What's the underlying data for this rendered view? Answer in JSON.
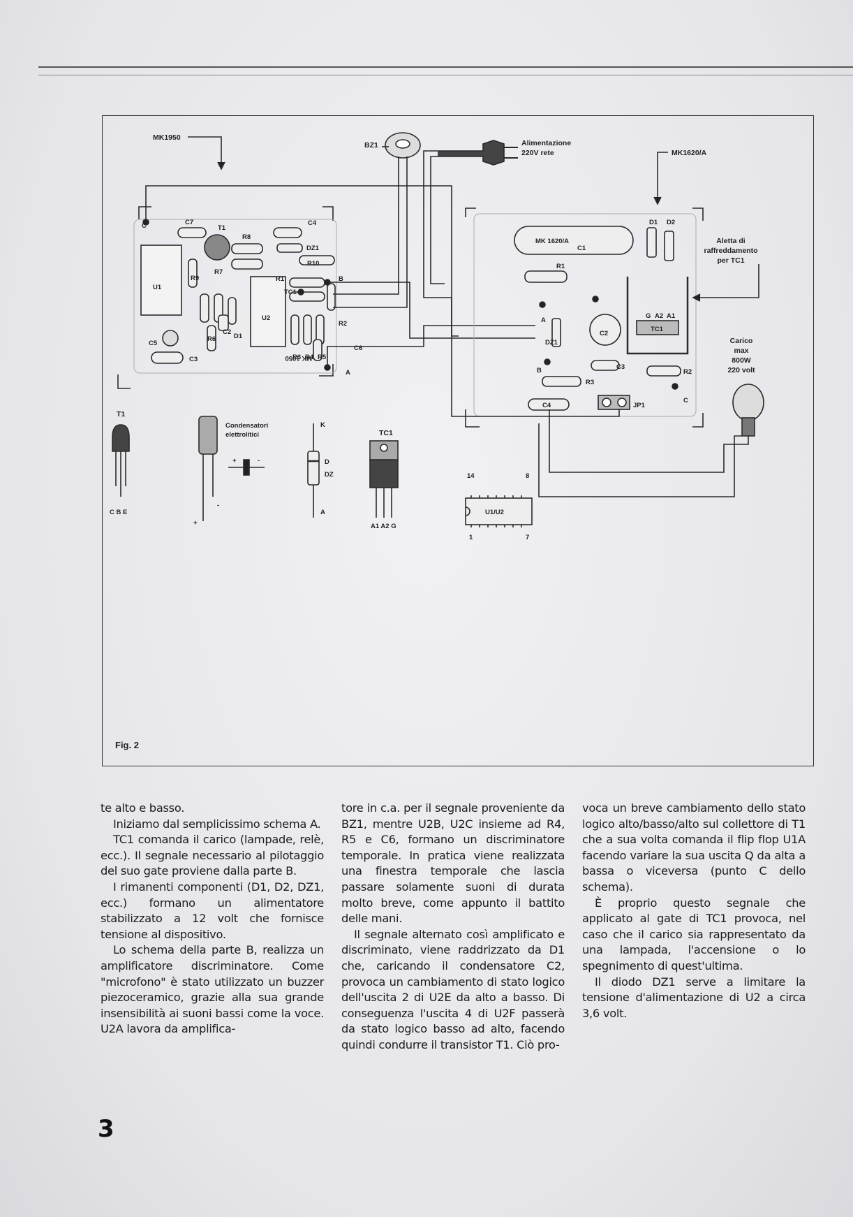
{
  "figure": {
    "caption": "Fig. 2",
    "labels": {
      "mk1950": "MK1950",
      "bz1": "BZ1",
      "power": "Alimentazione",
      "power2": "220V rete",
      "mk1620a": "MK1620/A",
      "heatsink1": "Aletta di",
      "heatsink2": "raffreddamento",
      "heatsink3": "per TC1",
      "load1": "Carico",
      "load2": "max",
      "load3": "800W",
      "load4": "220 volt",
      "board_left_print": "MK 1950",
      "board_right_print": "MK 1620/A",
      "t1": "T1",
      "cbe": "C B E",
      "caps1": "Condensatori",
      "caps2": "elettrolitici",
      "plus": "+",
      "minus": "-",
      "k": "K",
      "d": "D",
      "dz": "DZ",
      "a": "A",
      "tc1": "TC1",
      "a1a2g": "A1 A2 G",
      "ic": "U1/U2",
      "pin14": "14",
      "pin8": "8",
      "pin1": "1",
      "pin7": "7",
      "left_parts": [
        "C",
        "C7",
        "T1",
        "R8",
        "C4",
        "DZ1",
        "R10",
        "R9",
        "R7",
        "U1",
        "R1",
        "TC1",
        "B",
        "U2",
        "R2",
        "C2",
        "D1",
        "C5",
        "R6",
        "C3",
        "R3",
        "R4",
        "R5",
        "C6",
        "A"
      ],
      "right_parts": [
        "D1",
        "D2",
        "C1",
        "R1",
        "A",
        "C2",
        "G",
        "A2",
        "A1",
        "TC1",
        "DZ1",
        "B",
        "C3",
        "R2",
        "R3",
        "C4",
        "JP1",
        "C"
      ]
    }
  },
  "columns": [
    [
      "te alto e basso.",
      "Iniziamo dal semplicissimo schema A.",
      "TC1 comanda il carico (lampade, relè, ecc.). Il segnale necessario al pilotaggio del suo gate proviene dalla parte B.",
      "I rimanenti componenti (D1, D2, DZ1, ecc.) formano un alimentatore stabilizzato a 12 volt che fornisce tensione al dispositivo.",
      "Lo schema della parte B, realizza un amplificatore discriminatore. Come \"microfono\" è stato utilizzato un buzzer piezoceramico, grazie alla sua grande insensibilità ai suoni bassi come la voce. U2A lavora da amplifica-"
    ],
    [
      "tore in c.a. per il segnale proveniente da BZ1, mentre U2B, U2C insieme ad R4, R5 e C6, formano un discriminatore temporale. In pratica viene realizzata una finestra temporale che lascia passare solamente suoni di durata molto breve, come appunto il battito delle mani.",
      "Il segnale alternato così amplificato e discriminato, viene raddrizzato da D1 che, caricando il condensatore C2, provoca un cambiamento di stato logico dell'uscita 2 di U2E da alto a basso. Di conseguenza l'uscita 4 di U2F passerà da stato logico basso ad alto, facendo quindi condurre il transistor T1. Ciò pro-"
    ],
    [
      "voca un breve cambiamento dello stato logico alto/basso/alto sul collettore di T1 che a sua volta comanda il flip flop U1A facendo variare la sua uscita Q da alta a bassa o viceversa (punto C dello schema).",
      "È proprio questo segnale che applicato al gate di TC1 provoca, nel caso che il carico sia rappresentato da una lampada, l'accensione o lo spegnimento di quest'ultima.",
      "Il diodo DZ1 serve a limitare la tensione d'alimentazione di U2 a circa 3,6 volt."
    ]
  ],
  "page_number": "3"
}
